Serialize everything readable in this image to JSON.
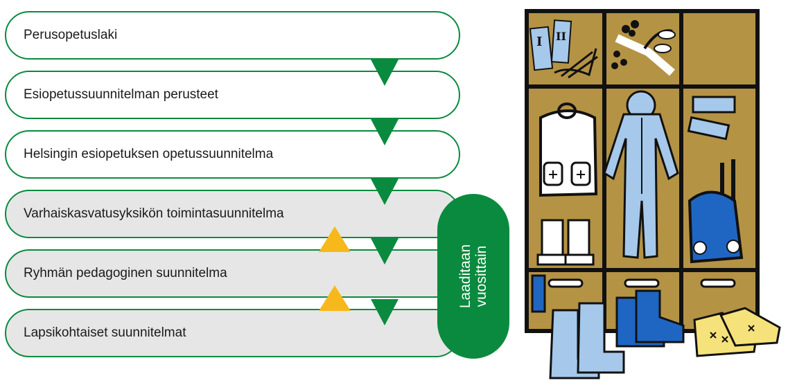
{
  "plan_levels": [
    {
      "label": "Perusopetuslaki"
    },
    {
      "label": "Esiopetussuunnitelman perusteet"
    },
    {
      "label": "Helsingin esiopetuksen opetussuunnitelma"
    },
    {
      "label": "Varhaiskasvatusyksikön toimintasuunnitelma"
    },
    {
      "label": "Ryhmän pedagoginen suunnitelma"
    },
    {
      "label": "Lapsikohtaiset suunnitelmat"
    }
  ],
  "annual_pill": {
    "line1": "Laaditaan",
    "line2": "vuosittain"
  },
  "colors": {
    "green": "#0a8a3e",
    "yellow": "#f7b81b",
    "shaded": "#e6e6e6",
    "cabinet": "#b59344",
    "light_blue": "#a6c8ea",
    "blue": "#1f66c2"
  }
}
